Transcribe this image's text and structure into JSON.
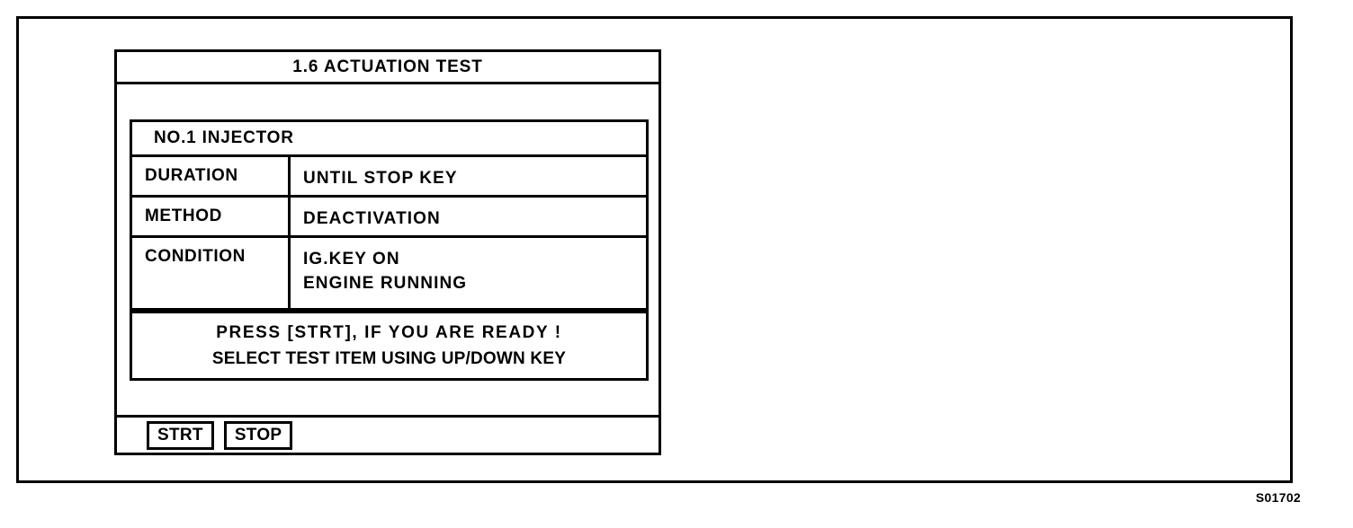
{
  "figure": {
    "reference_id": "S01702",
    "colors": {
      "ink": "#000000",
      "paper": "#ffffff"
    }
  },
  "device_screen": {
    "title": "1.6 ACTUATION TEST",
    "item_name": "NO.1  INJECTOR",
    "parameters": [
      {
        "label": "DURATION",
        "values": [
          "UNTIL  STOP  KEY"
        ]
      },
      {
        "label": "METHOD",
        "values": [
          "DEACTIVATION"
        ]
      },
      {
        "label": "CONDITION",
        "values": [
          "IG.KEY  ON",
          "ENGINE  RUNNING"
        ]
      }
    ],
    "message": {
      "line_1": "PRESS [STRT],   IF  YOU  ARE  READY  !",
      "line_2": "SELECT TEST ITEM USING UP/DOWN KEY"
    },
    "softkeys": [
      {
        "label": "STRT"
      },
      {
        "label": "STOP"
      }
    ]
  }
}
